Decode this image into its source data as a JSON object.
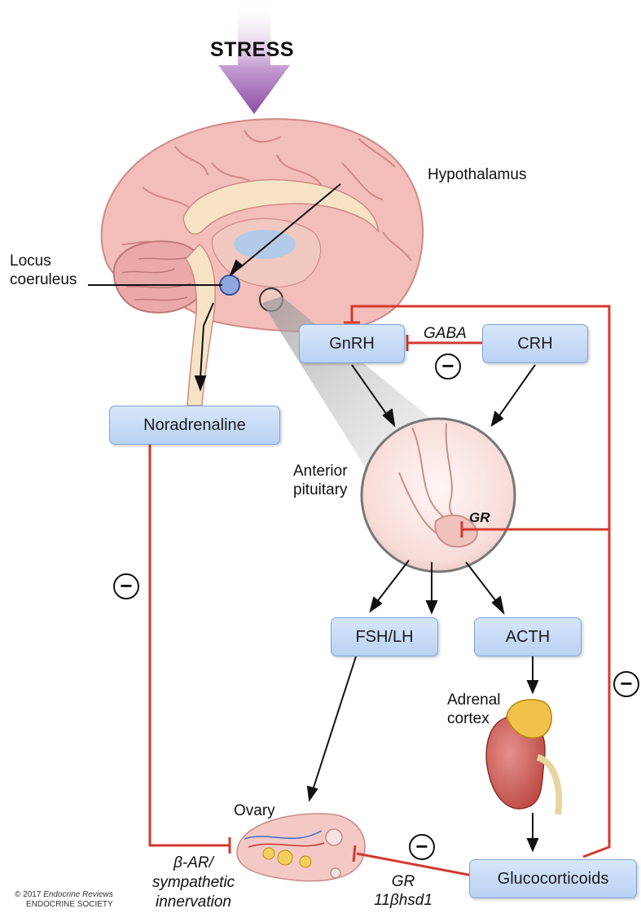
{
  "title": "STRESS",
  "labels": {
    "hypothalamus": "Hypothalamus",
    "locus_line1": "Locus",
    "locus_line2": "coeruleus",
    "gaba": "GABA",
    "anterior_line1": "Anterior",
    "anterior_line2": "pituitary",
    "gr_pituitary": "GR",
    "adrenal_line1": "Adrenal",
    "adrenal_line2": "cortex",
    "ovary": "Ovary",
    "beta_line1": "β-AR/",
    "beta_line2": "sympathetic",
    "beta_line3": "innervation",
    "gr_ovary_line1": "GR",
    "gr_ovary_line2": "11βhsd1",
    "minus_symbol": "−"
  },
  "boxes": {
    "gnrh": "GnRH",
    "crh": "CRH",
    "noradrenaline": "Noradrenaline",
    "fsh_lh": "FSH/LH",
    "acth": "ACTH",
    "glucocorticoids": "Glucocorticoids"
  },
  "copyright": {
    "prefix": "© 2017 ",
    "journal": "Endocrine Reviews",
    "society": "ENDOCRINE SOCIETY"
  },
  "colors": {
    "inhibition": "#d23a2e",
    "box_fill": "#c6dbf6",
    "stress_arrow": "#9b5fb0",
    "brain": "#f2b8b4"
  }
}
